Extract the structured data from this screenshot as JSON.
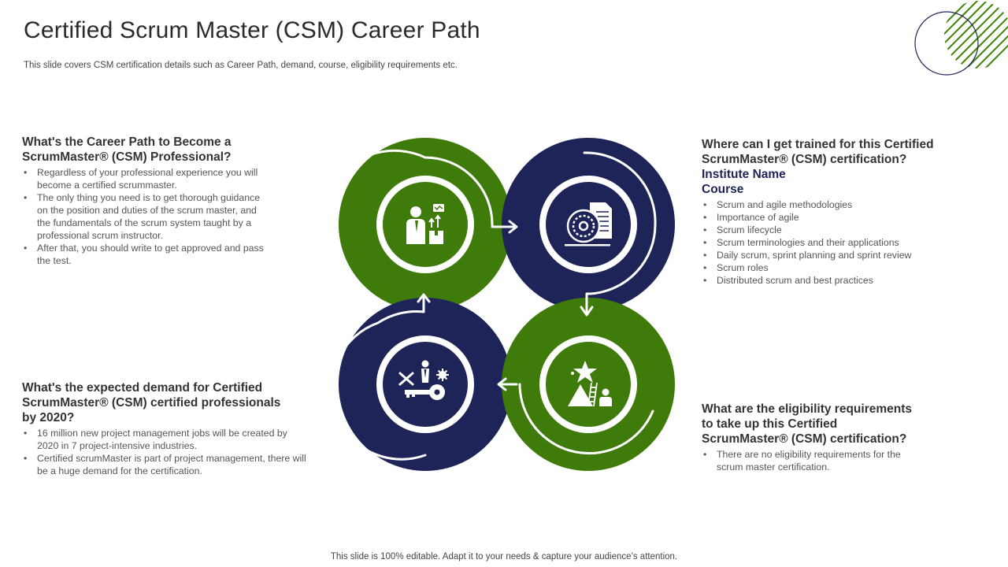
{
  "header": {
    "title": "Certified Scrum Master (CSM) Career Path",
    "subtitle": "This slide covers CSM certification details such as Career Path, demand, course, eligibility requirements etc."
  },
  "sections": {
    "career_path": {
      "heading": "What's the Career Path to Become a ScrumMaster® (CSM) Professional?",
      "bullets": [
        "Regardless of your professional experience you will become a certified scrummaster.",
        "The only thing you need is to get thorough guidance on the position and duties of the scrum master, and the fundamentals of the scrum system taught by a professional scrum instructor.",
        "After that, you should write to get approved and pass the test."
      ]
    },
    "training": {
      "heading": "Where can I get trained for this Certified ScrumMaster® (CSM) certification?",
      "institute": "Institute Name",
      "course": "Course",
      "bullets": [
        "Scrum and agile methodologies",
        "Importance of agile",
        "Scrum lifecycle",
        "Scrum terminologies and their applications",
        "Daily scrum, sprint planning and sprint review",
        "Scrum roles",
        "Distributed scrum and best practices"
      ]
    },
    "demand": {
      "heading": "What's the expected demand for Certified ScrumMaster® (CSM) certified professionals by 2020?",
      "bullets": [
        "16 million new project management jobs will be created by 2020 in 7 project-intensive industries.",
        "Certified scrumMaster is part of project management, there will be a huge demand for the certification."
      ]
    },
    "eligibility": {
      "heading": "What are the eligibility requirements to take up this Certified ScrumMaster® (CSM) certification?",
      "bullets": [
        "There are no eligibility requirements for the scrum master certification."
      ]
    }
  },
  "diagram": {
    "icons": [
      "professional-growth-icon",
      "document-settings-icon",
      "tools-key-icon",
      "mountain-star-goal-icon"
    ],
    "colors": {
      "green": "#3e7b0a",
      "navy": "#1f2458",
      "white": "#ffffff"
    }
  },
  "footer": {
    "text": "This slide is 100% editable. Adapt it to your needs & capture your audience’s attention."
  }
}
